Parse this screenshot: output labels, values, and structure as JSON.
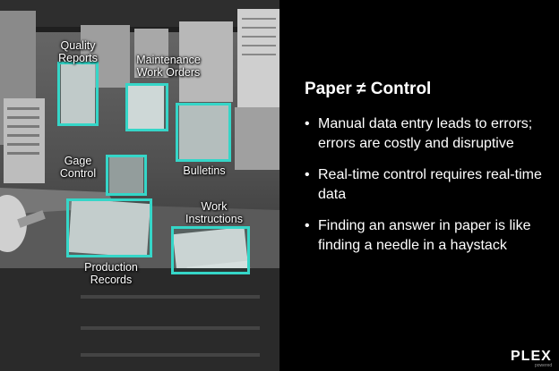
{
  "slide": {
    "title": "Paper ≠ Control",
    "bullet_symbol": "•",
    "bullets": [
      {
        "lines": [
          "Manual data entry leads to errors;",
          "errors are costly and disruptive"
        ]
      },
      {
        "lines": [
          "Real-time control requires real-time",
          "data"
        ]
      },
      {
        "lines": [
          "Finding an answer in paper is like",
          "finding a needle in a haystack"
        ]
      }
    ]
  },
  "photo": {
    "callouts": [
      {
        "lines": [
          "Quality",
          "Reports"
        ]
      },
      {
        "lines": [
          "Maintenance",
          "Work Orders"
        ]
      },
      {
        "lines": [
          "Gage",
          "Control"
        ]
      },
      {
        "lines": [
          "Bulletins"
        ]
      },
      {
        "lines": [
          "Work",
          "Instructions"
        ]
      },
      {
        "lines": [
          "Production",
          "Records"
        ]
      }
    ],
    "highlight_color": "#35d6c8"
  },
  "brand": {
    "logo_text": "PLEX",
    "logo_subtext": "powered"
  }
}
